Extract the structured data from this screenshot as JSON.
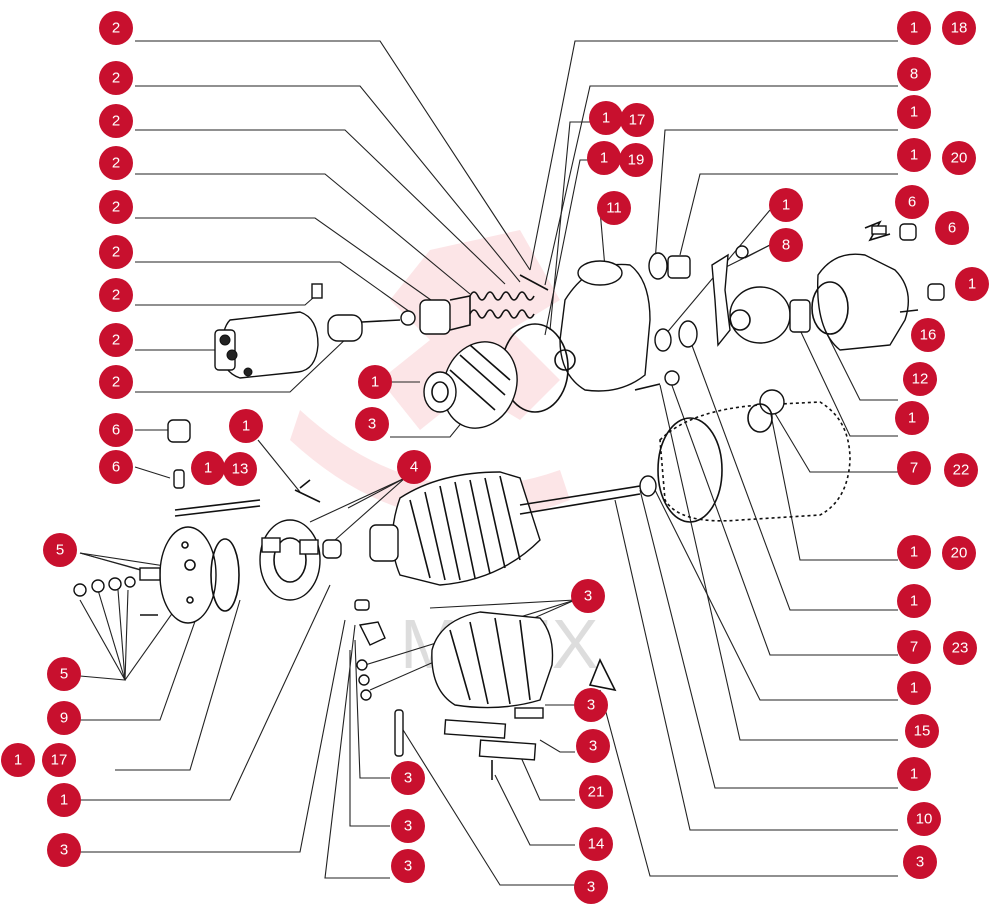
{
  "diagram": {
    "watermark_text": "MPEX",
    "callout_color": "#c8102e",
    "callouts": [
      {
        "label": "2",
        "secondary": ""
      },
      {
        "label": "2",
        "secondary": ""
      },
      {
        "label": "2",
        "secondary": ""
      },
      {
        "label": "2",
        "secondary": ""
      },
      {
        "label": "2",
        "secondary": ""
      },
      {
        "label": "2",
        "secondary": ""
      },
      {
        "label": "2",
        "secondary": ""
      },
      {
        "label": "2",
        "secondary": ""
      },
      {
        "label": "2",
        "secondary": ""
      },
      {
        "label": "6",
        "secondary": ""
      },
      {
        "label": "6",
        "secondary": ""
      },
      {
        "label": "1",
        "secondary": "13"
      },
      {
        "label": "1",
        "secondary": ""
      },
      {
        "label": "4",
        "secondary": ""
      },
      {
        "label": "5",
        "secondary": ""
      },
      {
        "label": "5",
        "secondary": ""
      },
      {
        "label": "9",
        "secondary": ""
      },
      {
        "label": "1",
        "secondary": "17"
      },
      {
        "label": "1",
        "secondary": ""
      },
      {
        "label": "3",
        "secondary": ""
      },
      {
        "label": "1",
        "secondary": ""
      },
      {
        "label": "3",
        "secondary": ""
      },
      {
        "label": "1",
        "secondary": "18"
      },
      {
        "label": "8",
        "secondary": ""
      },
      {
        "label": "1",
        "secondary": "17"
      },
      {
        "label": "1",
        "secondary": "19"
      },
      {
        "label": "11",
        "secondary": ""
      },
      {
        "label": "1",
        "secondary": ""
      },
      {
        "label": "1",
        "secondary": "20"
      },
      {
        "label": "1",
        "secondary": ""
      },
      {
        "label": "8",
        "secondary": ""
      },
      {
        "label": "6",
        "secondary": ""
      },
      {
        "label": "6",
        "secondary": ""
      },
      {
        "label": "1",
        "secondary": ""
      },
      {
        "label": "16",
        "secondary": ""
      },
      {
        "label": "12",
        "secondary": ""
      },
      {
        "label": "1",
        "secondary": ""
      },
      {
        "label": "7",
        "secondary": "22"
      },
      {
        "label": "1",
        "secondary": "20"
      },
      {
        "label": "1",
        "secondary": ""
      },
      {
        "label": "7",
        "secondary": "23"
      },
      {
        "label": "1",
        "secondary": ""
      },
      {
        "label": "15",
        "secondary": ""
      },
      {
        "label": "1",
        "secondary": ""
      },
      {
        "label": "10",
        "secondary": ""
      },
      {
        "label": "3",
        "secondary": ""
      },
      {
        "label": "3",
        "secondary": ""
      },
      {
        "label": "3",
        "secondary": ""
      },
      {
        "label": "3",
        "secondary": ""
      },
      {
        "label": "21",
        "secondary": ""
      },
      {
        "label": "14",
        "secondary": ""
      },
      {
        "label": "3",
        "secondary": ""
      },
      {
        "label": "3",
        "secondary": ""
      },
      {
        "label": "3",
        "secondary": ""
      },
      {
        "label": "3",
        "secondary": ""
      },
      {
        "label": "3",
        "secondary": ""
      }
    ]
  }
}
